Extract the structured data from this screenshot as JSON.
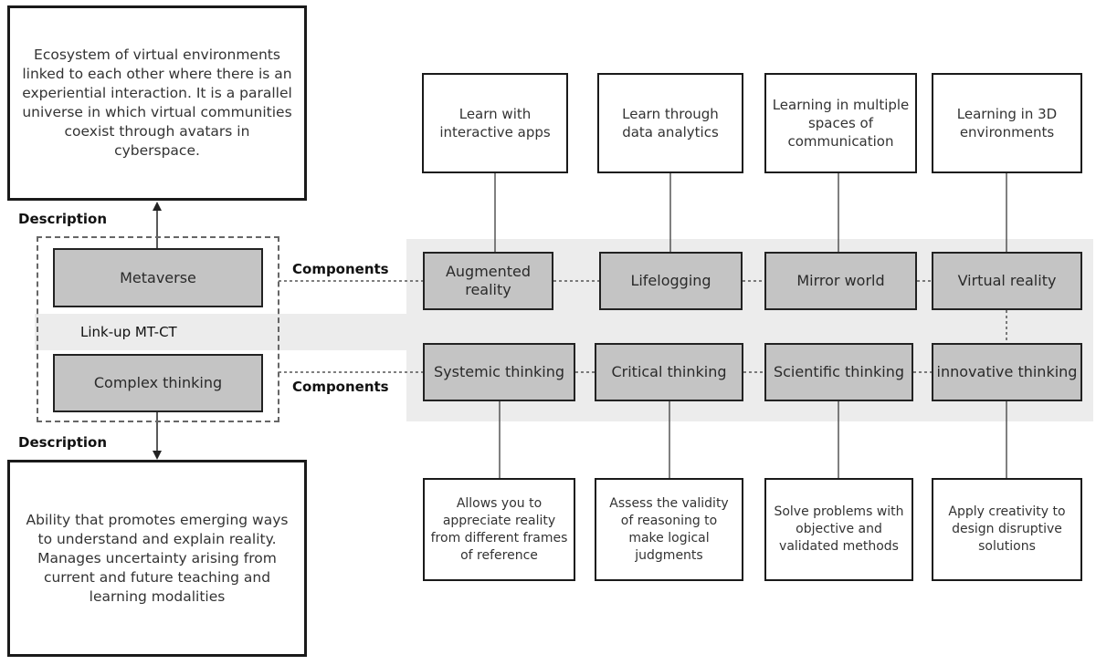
{
  "metaverse": {
    "title": "Metaverse",
    "description_label": "Description",
    "description": "Ecosystem of virtual environments linked to each other where there is an experiential interaction. It is a parallel universe in which virtual communities coexist through avatars in cyberspace.",
    "components_label": "Components",
    "components": [
      {
        "name": "Augmented reality",
        "detail": "Learn with interactive apps"
      },
      {
        "name": "Lifelogging",
        "detail": "Learn through data analytics"
      },
      {
        "name": "Mirror world",
        "detail": "Learning in multiple spaces of communication"
      },
      {
        "name": "Virtual reality",
        "detail": "Learning in 3D environments"
      }
    ]
  },
  "link_label": "Link-up MT-CT",
  "complex_thinking": {
    "title": "Complex thinking",
    "description_label": "Description",
    "description": "Ability that promotes emerging ways to understand and explain reality. Manages uncertainty arising from current and future teaching and learning modalities",
    "components_label": "Components",
    "components": [
      {
        "name": "Systemic thinking",
        "detail": "Allows you to appreciate reality from different frames of reference"
      },
      {
        "name": "Critical thinking",
        "detail": "Assess the validity of reasoning to make logical judgments"
      },
      {
        "name": "Scientific thinking",
        "detail": "Solve problems with objective and validated methods"
      },
      {
        "name": "innovative thinking",
        "detail": "Apply creativity to design disruptive solutions"
      }
    ]
  }
}
